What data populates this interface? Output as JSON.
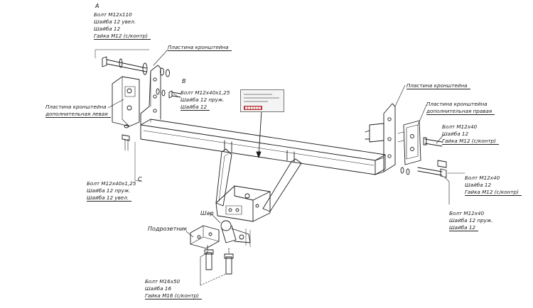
{
  "labels": {
    "group_a": {
      "letter": "A",
      "lines": [
        "Болт М12х110",
        "Шайба 12 увел.",
        "Шайба 12",
        "Гайка М12 (с/контр)"
      ]
    },
    "plastina_top": "Пластина кронштейна",
    "group_b": {
      "letter": "B",
      "lines": [
        "Болт М12х40х1,25",
        "Шайба 12 пруж.",
        "Шайба 12"
      ]
    },
    "plastina_left": [
      "Пластина кронштейна",
      "дополнительная левая"
    ],
    "group_c": {
      "letter": "C",
      "lines": [
        "Болт М12х40х1,25",
        "Шайба 12 пруж.",
        "Шайба 12 увел."
      ]
    },
    "plastina_right": "Пластина кронштейна",
    "plastina_right_add": [
      "Пластина кронштейна",
      "дополнительная правая"
    ],
    "group_right_1": [
      "Болт М12х40",
      "Шайба 12",
      "Гайка М12 (с/контр)"
    ],
    "group_right_2": [
      "Болт М12х40",
      "Шайба 12",
      "Гайка М12 (с/контр)"
    ],
    "group_right_3": [
      "Болт М12х40",
      "Шайба 12 пруж.",
      "Шайба 12"
    ],
    "shar": "Шар",
    "podrozetnik": "Подрозетник",
    "group_bottom": [
      "Болт М16х50",
      "Шайба 16",
      "Гайка М16 (с/контр)"
    ]
  },
  "plate_badge": "■■■■■■",
  "colors": {
    "line": "#1c1c1c",
    "plate_badge": "#b73b3b"
  }
}
